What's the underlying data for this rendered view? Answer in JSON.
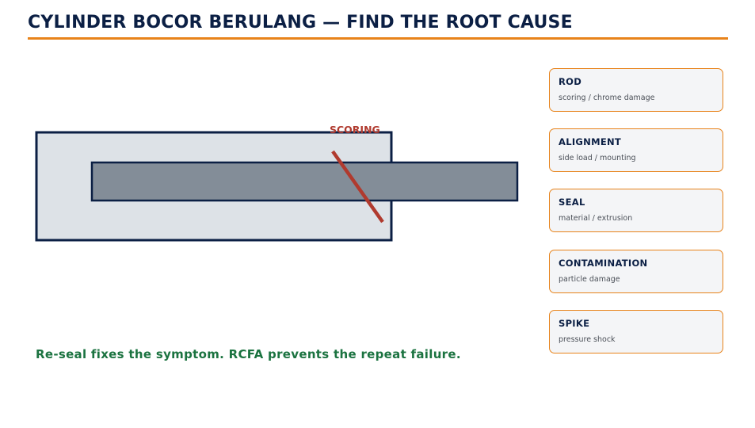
{
  "title": "CYLINDER BOCOR BERULANG — FIND THE ROOT CAUSE",
  "diagram": {
    "scoring_label": "SCORING"
  },
  "causes": [
    {
      "title": "ROD",
      "desc": "scoring / chrome damage"
    },
    {
      "title": "ALIGNMENT",
      "desc": "side load / mounting"
    },
    {
      "title": "SEAL",
      "desc": "material / extrusion"
    },
    {
      "title": "CONTAMINATION",
      "desc": "particle damage"
    },
    {
      "title": "SPIKE",
      "desc": "pressure shock"
    }
  ],
  "footer": "Re-seal fixes the symptom. RCFA prevents the repeat failure.",
  "colors": {
    "navy": "#0b1f44",
    "accent_orange": "#e8831a",
    "scoring_red": "#b03a2e",
    "footer_green": "#1b7340",
    "barrel_fill": "#dde2e7",
    "rod_fill": "#838d98"
  }
}
